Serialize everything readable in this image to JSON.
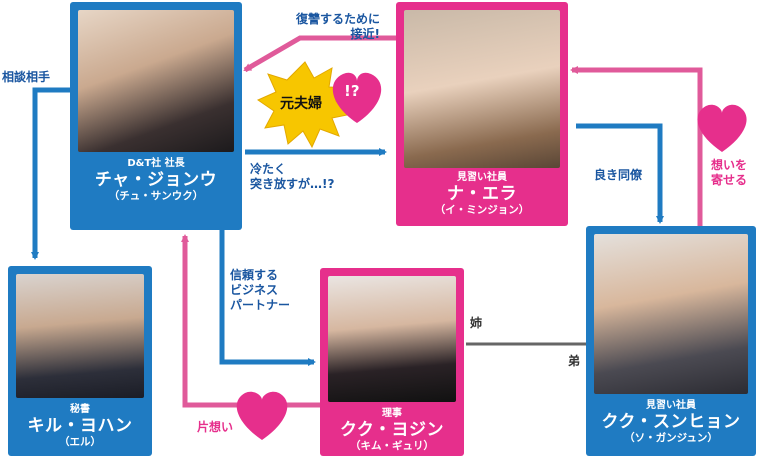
{
  "people": {
    "cha": {
      "role": "D&T社 社長",
      "name": "チャ・ジョンウ",
      "actor": "（チュ・サンウク）"
    },
    "na": {
      "role": "見習い社員",
      "name": "ナ・エラ",
      "actor": "（イ・ミンジョン）"
    },
    "kil": {
      "role": "秘書",
      "name": "キル・ヨハン",
      "actor": "（エル）"
    },
    "kuk_yojin": {
      "role": "理事",
      "name": "クク・ヨジン",
      "actor": "（キム・ギュリ）"
    },
    "kuk_sunhyon": {
      "role": "見習い社員",
      "name": "クク・スンヒョン",
      "actor": "（ソ・ガンジュン）"
    }
  },
  "relations": {
    "revenge_line1": "復讐するために",
    "revenge_line2": "接近!",
    "ex_couple": "元夫婦",
    "ex_mark": "!?",
    "cold_line1": "冷たく",
    "cold_line2": "突き放すが…!?",
    "consult": "相談相手",
    "good_colleague": "良き同僚",
    "feelings_line1": "想いを",
    "feelings_line2": "寄せる",
    "trust_line1": "信頼する",
    "trust_line2": "ビジネス",
    "trust_line3": "パートナー",
    "unrequited": "片想い",
    "sister": "姉",
    "brother": "弟"
  },
  "colors": {
    "blue": "#1f7bc2",
    "pink": "#e62f8c",
    "arrow_pink": "#e05a9a",
    "star": "#f7c600",
    "heart": "#e62f8c"
  }
}
